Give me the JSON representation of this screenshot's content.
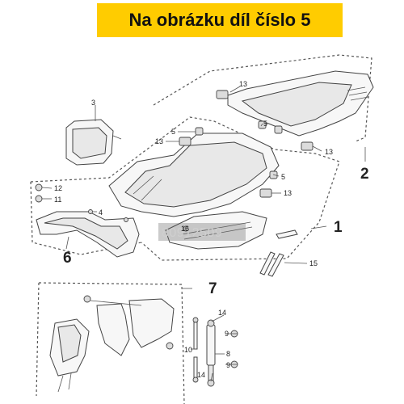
{
  "banner": {
    "text": "Na obrázku díl číslo 5",
    "color": "#ffcc00"
  },
  "watermark": "80912509",
  "callouts": {
    "c3": "3",
    "c13a": "13",
    "c5a": "5",
    "c13b": "13",
    "c5b": "5",
    "c13c": "13",
    "c12": "12",
    "c11": "11",
    "c5c": "5",
    "c13d": "13",
    "c4": "4",
    "c16": "16",
    "c15": "15",
    "c14a": "14",
    "c9a": "9",
    "c10": "10",
    "c8": "8",
    "c14b": "14",
    "c9b": "9"
  },
  "group_labels": {
    "g1": "1",
    "g2": "2",
    "g6": "6",
    "g7": "7"
  }
}
